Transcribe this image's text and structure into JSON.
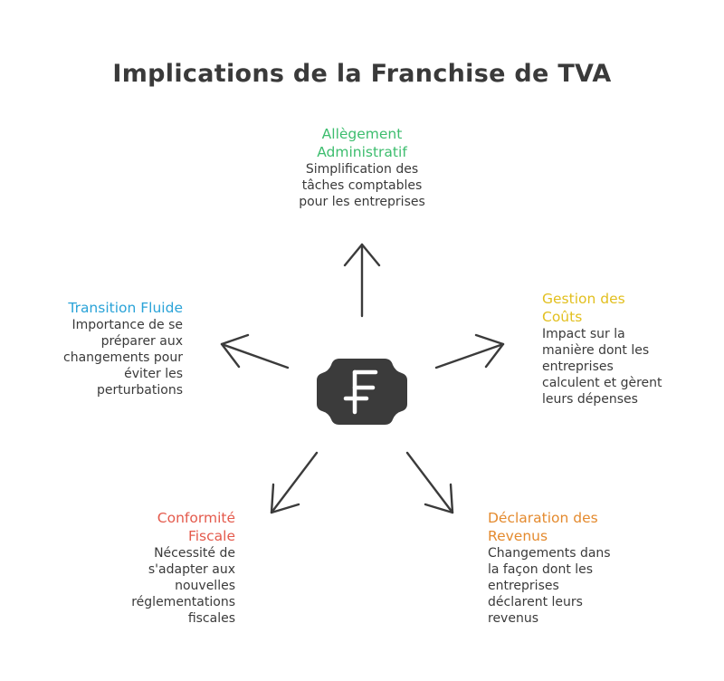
{
  "title": "Implications de la Franchise de TVA",
  "center_icon": "franc-sign-icon",
  "colors": {
    "green": "#3dbd6e",
    "yellow": "#e2bf1e",
    "blue": "#2aa3d8",
    "red": "#e45a4c",
    "orange": "#e48a2e",
    "dark": "#3b3b3b"
  },
  "nodes": {
    "top": {
      "heading": [
        "Allègement",
        "Administratif"
      ],
      "desc": [
        "Simplification des",
        "tâches comptables",
        "pour les entreprises"
      ]
    },
    "right": {
      "heading": [
        "Gestion des",
        "Coûts"
      ],
      "desc": [
        "Impact sur la",
        "manière dont les",
        "entreprises",
        "calculent et gèrent",
        "leurs dépenses"
      ]
    },
    "left": {
      "heading": [
        "Transition Fluide"
      ],
      "desc": [
        "Importance de se",
        "préparer aux",
        "changements pour",
        "éviter les",
        "perturbations"
      ]
    },
    "bottom_left": {
      "heading": [
        "Conformité",
        "Fiscale"
      ],
      "desc": [
        "Nécessité de",
        "s'adapter aux",
        "nouvelles",
        "réglementations",
        "fiscales"
      ]
    },
    "bottom_right": {
      "heading": [
        "Déclaration des",
        "Revenus"
      ],
      "desc": [
        "Changements dans",
        "la façon dont les",
        "entreprises",
        "déclarent leurs",
        "revenus"
      ]
    }
  }
}
